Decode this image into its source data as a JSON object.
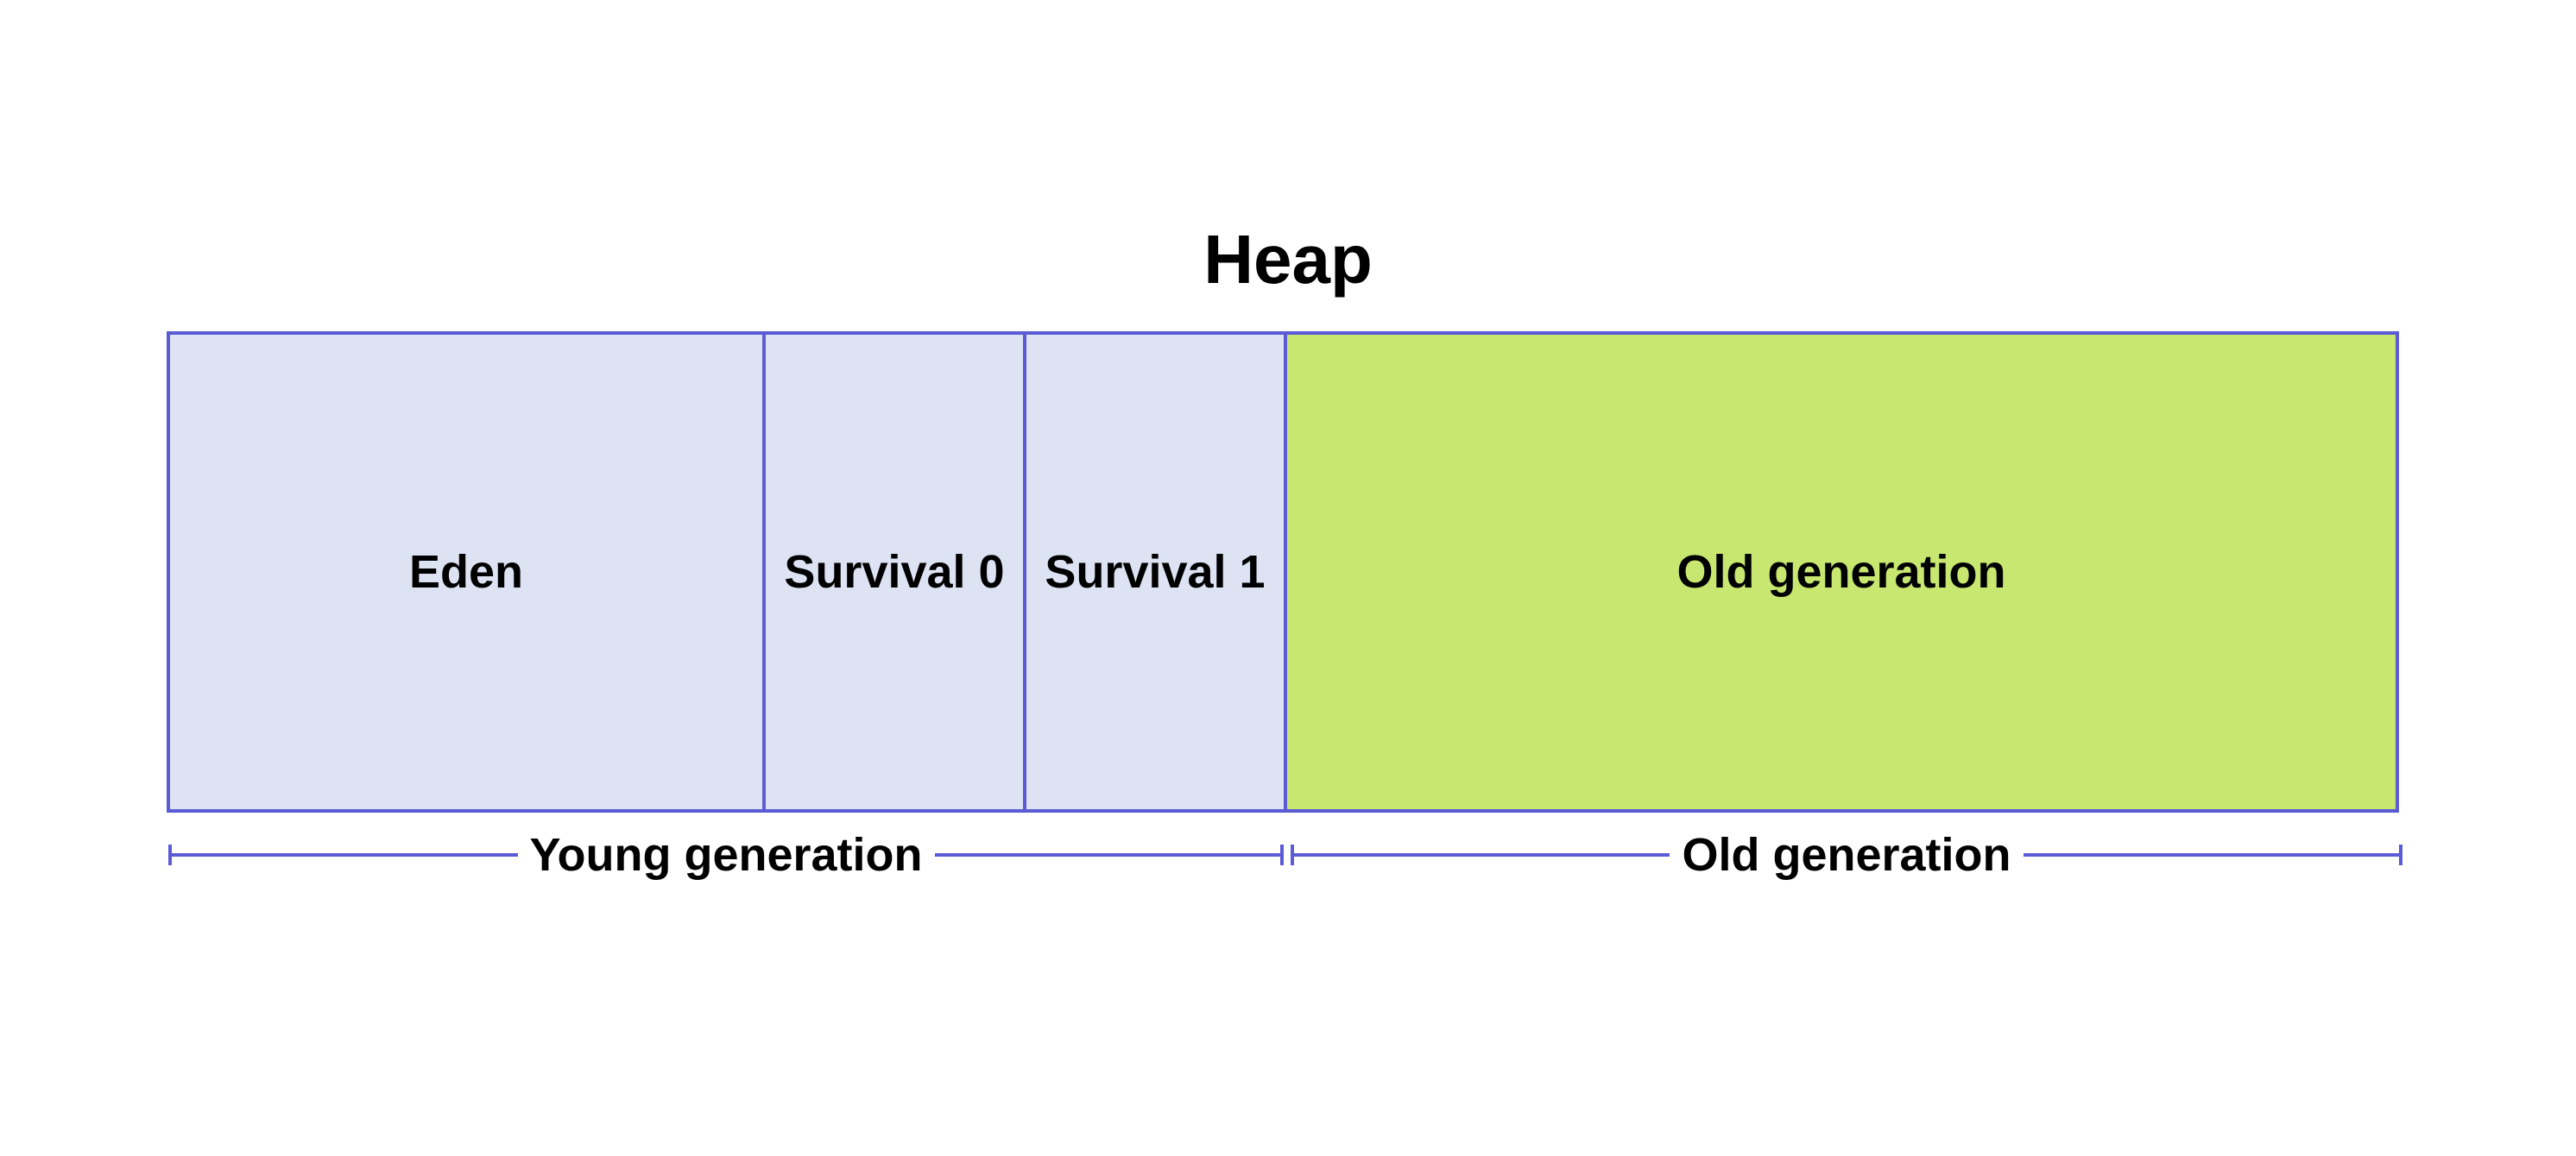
{
  "diagram": {
    "title": "Heap",
    "regions": [
      {
        "label": "Eden"
      },
      {
        "label": "Survival 0"
      },
      {
        "label": "Survival 1"
      },
      {
        "label": "Old generation"
      }
    ],
    "groups": [
      {
        "label": "Young generation"
      },
      {
        "label": "Old generation"
      }
    ],
    "colors": {
      "border": "#5b5bd6",
      "young_fill": "#dde3f3",
      "old_fill": "#c7e770"
    }
  }
}
